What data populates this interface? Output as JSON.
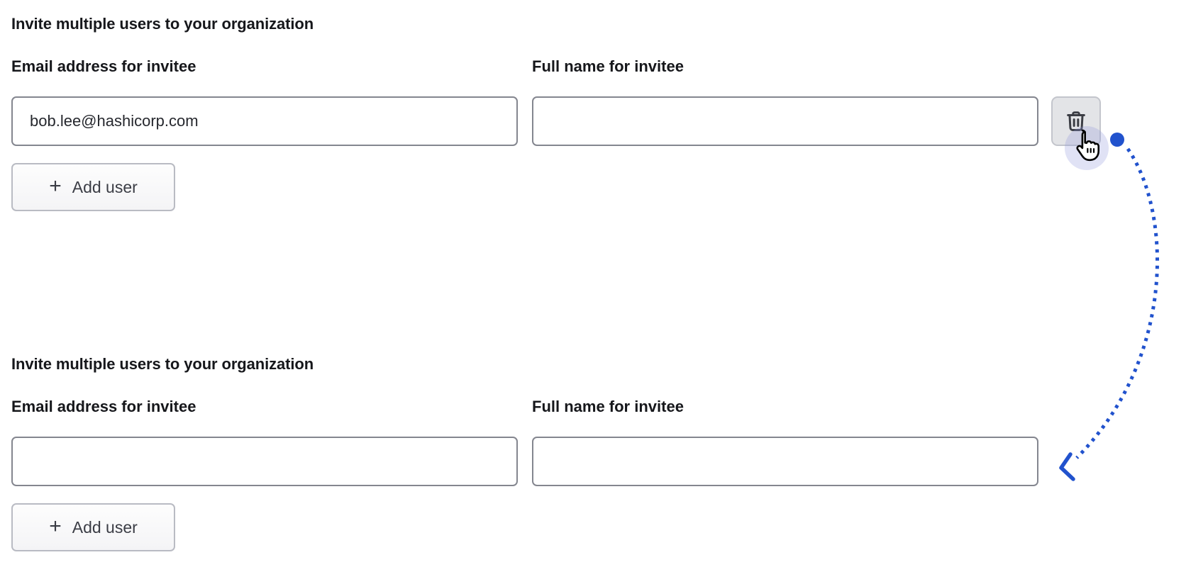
{
  "colors": {
    "accent_blue": "#2152cd",
    "cursor_halo": "#b9c0e8",
    "input_border": "#84868f",
    "button_border": "#b9bbc3",
    "trash_button_bg": "#e3e4e7",
    "trash_icon": "#3b3d44",
    "text_primary": "#16171b",
    "button_text": "#3b3d45"
  },
  "sections": [
    {
      "heading": "Invite multiple users to your organization",
      "email_label": "Email address for invitee",
      "name_label": "Full name for invitee",
      "email_value": "bob.lee@hashicorp.com",
      "name_value": "",
      "plus_glyph": "+",
      "add_user_label": "Add user"
    },
    {
      "heading": "Invite multiple users to your organization",
      "email_label": "Email address for invitee",
      "name_label": "Full name for invitee",
      "email_value": "",
      "name_value": "",
      "plus_glyph": "+",
      "add_user_label": "Add user"
    }
  ],
  "annotation": {
    "icons": [
      "origin-dot",
      "dotted-arrow",
      "arrowhead",
      "hand-pointer-cursor"
    ],
    "meaning": "delete action removes the user row"
  }
}
